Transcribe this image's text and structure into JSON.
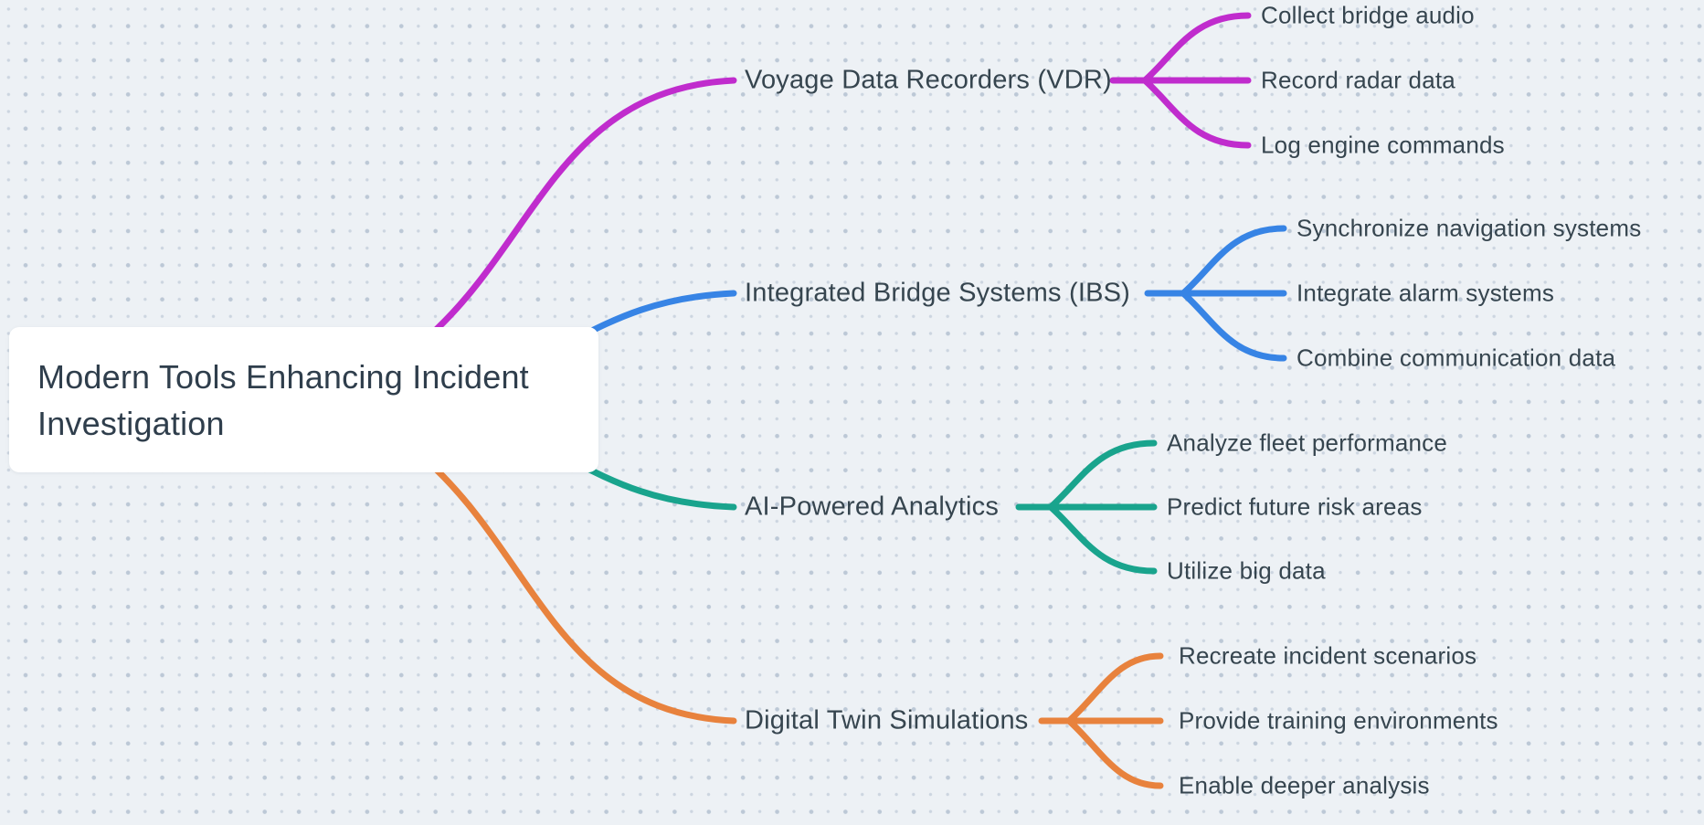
{
  "canvas": {
    "background_color": "#edf1f5",
    "dot_color": "#c5cfdb",
    "node_background": "#ffffff",
    "text_color": "#36454f"
  },
  "root": {
    "label": "Modern Tools Enhancing Incident Investigation"
  },
  "branches": [
    {
      "label": "Voyage Data Recorders (VDR)",
      "color": "#c02ccd",
      "children": [
        "Collect bridge audio",
        "Record radar data",
        "Log engine commands"
      ]
    },
    {
      "label": "Integrated Bridge Systems (IBS)",
      "color": "#3784e5",
      "children": [
        "Synchronize navigation systems",
        "Integrate alarm systems",
        "Combine communication data"
      ]
    },
    {
      "label": "AI-Powered Analytics",
      "color": "#19a48d",
      "children": [
        "Analyze fleet performance",
        "Predict future risk areas",
        "Utilize big data"
      ]
    },
    {
      "label": "Digital Twin Simulations",
      "color": "#e8823d",
      "children": [
        "Recreate incident scenarios",
        "Provide training environments",
        "Enable deeper analysis"
      ]
    }
  ]
}
